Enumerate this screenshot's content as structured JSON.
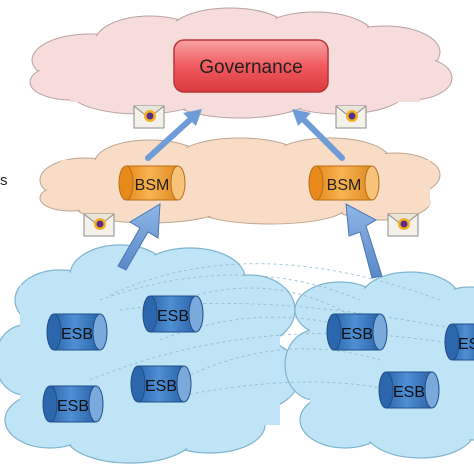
{
  "colors": {
    "governance_fill": "#f05a5e",
    "bsm_fill": "#f4a73c",
    "esb_fill": "#3f7fc4",
    "top_cloud": "#f7dcdc",
    "mid_cloud": "#f9dcc6",
    "bottom_cloud": "#bfe4f5",
    "arrow": "#6d9cd6"
  },
  "nodes": {
    "governance": {
      "label": "Governance"
    },
    "bsm": [
      {
        "label": "BSM"
      },
      {
        "label": "BSM"
      }
    ],
    "esb": [
      {
        "label": "ESB"
      },
      {
        "label": "ESB"
      },
      {
        "label": "ESB"
      },
      {
        "label": "ESB"
      },
      {
        "label": "ESB"
      },
      {
        "label": "ESB"
      },
      {
        "label": "ESB"
      }
    ]
  },
  "icons": [
    "envelope-icon",
    "envelope-icon",
    "envelope-icon",
    "envelope-icon"
  ],
  "side_text": "s"
}
